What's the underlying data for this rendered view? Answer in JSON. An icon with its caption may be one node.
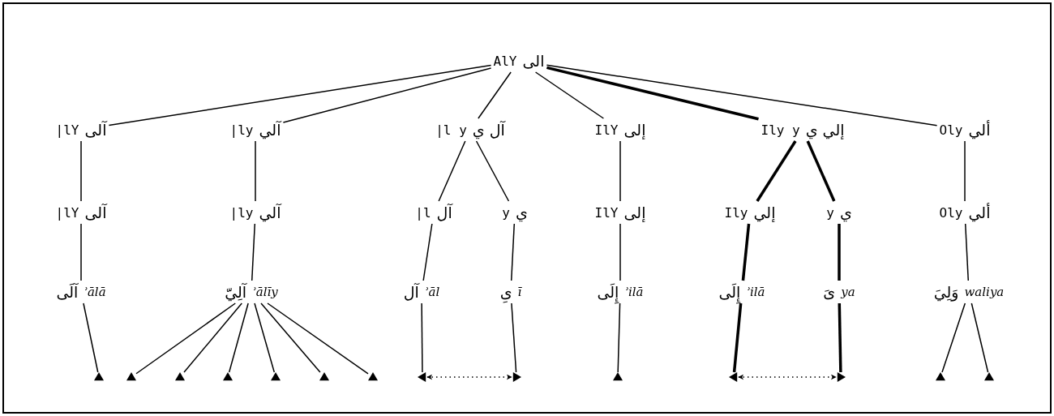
{
  "diagram": {
    "nodes": [
      {
        "text": [
          "الى",
          "AlY"
        ]
      },
      {
        "text": [
          "آلى",
          "|lY"
        ]
      },
      {
        "text": [
          "آلي",
          "|ly"
        ]
      },
      {
        "text": [
          "آل ي",
          "|l y"
        ]
      },
      {
        "text": [
          "إلى",
          "IlY"
        ]
      },
      {
        "text": [
          "إلي ي",
          "Ily y"
        ]
      },
      {
        "text": [
          "ألي",
          "Oly"
        ]
      },
      {
        "text": [
          "آلى",
          "|lY"
        ]
      },
      {
        "text": [
          "آلي",
          "|ly"
        ]
      },
      {
        "text": [
          "آل",
          "|l"
        ]
      },
      {
        "text": [
          "ي",
          "y"
        ]
      },
      {
        "text": [
          "إلى",
          "IlY"
        ]
      },
      {
        "text": [
          "إلي",
          "Ily"
        ]
      },
      {
        "text": [
          "ي",
          "y"
        ]
      },
      {
        "text": [
          "ألي",
          "Oly"
        ]
      },
      {
        "text": [
          "ʾālā",
          "آلَى"
        ]
      },
      {
        "text": [
          "ʾālīy",
          "آلِيّ"
        ]
      },
      {
        "text": [
          "ʾāl",
          "آل"
        ]
      },
      {
        "text": [
          "ī",
          "ىِ"
        ]
      },
      {
        "text": [
          "ʾilā",
          "إِلَى"
        ]
      },
      {
        "text": [
          "ʾilā",
          "إِلَى"
        ]
      },
      {
        "text": [
          "ya",
          "ىَ"
        ]
      },
      {
        "text": [
          "waliya",
          "وَلِيَ"
        ]
      },
      {
        "text": [],
        "shape": "triangle"
      },
      {
        "text": [],
        "shape": "triangle"
      },
      {
        "text": [],
        "shape": "triangle"
      },
      {
        "text": [],
        "shape": "triangle"
      },
      {
        "text": [],
        "shape": "triangle"
      },
      {
        "text": [],
        "shape": "triangle"
      },
      {
        "text": [],
        "shape": "triangle"
      },
      {
        "text": [],
        "shape": "triangle"
      },
      {
        "text": [],
        "shape": "triangle"
      },
      {
        "text": [],
        "shape": "triangle"
      },
      {
        "text": [],
        "shape": "triangle"
      },
      {
        "text": [],
        "shape": "triangle"
      },
      {
        "text": [],
        "shape": "triangle"
      },
      {
        "text": [],
        "shape": "triangle"
      }
    ],
    "edges": [
      {
        "from": 0,
        "to": 1,
        "arrow": "none"
      },
      {
        "from": 0,
        "to": 2,
        "arrow": "none"
      },
      {
        "from": 0,
        "to": 3,
        "arrow": "none"
      },
      {
        "from": 0,
        "to": 4,
        "arrow": "none"
      },
      {
        "from": 0,
        "to": 5,
        "arrow": "none",
        "style": "thick"
      },
      {
        "from": 0,
        "to": 6,
        "arrow": "none"
      },
      {
        "from": 1,
        "to": 7,
        "arrow": "none"
      },
      {
        "from": 2,
        "to": 8,
        "arrow": "none"
      },
      {
        "from": 3,
        "to": 9,
        "arrow": "none"
      },
      {
        "from": 3,
        "to": 10,
        "arrow": "none"
      },
      {
        "from": 4,
        "to": 11,
        "arrow": "none"
      },
      {
        "from": 5,
        "to": 12,
        "arrow": "none",
        "style": "thick"
      },
      {
        "from": 5,
        "to": 13,
        "arrow": "none",
        "style": "thick"
      },
      {
        "from": 6,
        "to": 14,
        "arrow": "none"
      },
      {
        "from": 7,
        "to": 15,
        "arrow": "none"
      },
      {
        "from": 8,
        "to": 16,
        "arrow": "none"
      },
      {
        "from": 9,
        "to": 17,
        "arrow": "none"
      },
      {
        "from": 10,
        "to": 18,
        "arrow": "none"
      },
      {
        "from": 11,
        "to": 19,
        "arrow": "none"
      },
      {
        "from": 12,
        "to": 20,
        "arrow": "none",
        "style": "thick"
      },
      {
        "from": 13,
        "to": 21,
        "arrow": "none",
        "style": "thick"
      },
      {
        "from": 14,
        "to": 22,
        "arrow": "none"
      },
      {
        "from": 15,
        "to": 23,
        "arrow": "none"
      },
      {
        "from": 16,
        "to": 24,
        "arrow": "none"
      },
      {
        "from": 16,
        "to": 25,
        "arrow": "none"
      },
      {
        "from": 16,
        "to": 26,
        "arrow": "none"
      },
      {
        "from": 16,
        "to": 27,
        "arrow": "none"
      },
      {
        "from": 16,
        "to": 28,
        "arrow": "none"
      },
      {
        "from": 16,
        "to": 29,
        "arrow": "none"
      },
      {
        "from": 17,
        "to": 30,
        "arrow": "none"
      },
      {
        "from": 18,
        "to": 31,
        "arrow": "none"
      },
      {
        "from": 19,
        "to": 32,
        "arrow": "none"
      },
      {
        "from": 20,
        "to": 33,
        "arrow": "none",
        "style": "thick"
      },
      {
        "from": 21,
        "to": 34,
        "arrow": "none",
        "style": "thick"
      },
      {
        "from": 22,
        "to": 35,
        "arrow": "none"
      },
      {
        "from": 22,
        "to": 36,
        "arrow": "none"
      },
      {
        "from": 30,
        "to": 31,
        "arrow": "both",
        "style": "dashed"
      },
      {
        "from": 33,
        "to": 34,
        "arrow": "both",
        "style": "dashed"
      }
    ]
  }
}
